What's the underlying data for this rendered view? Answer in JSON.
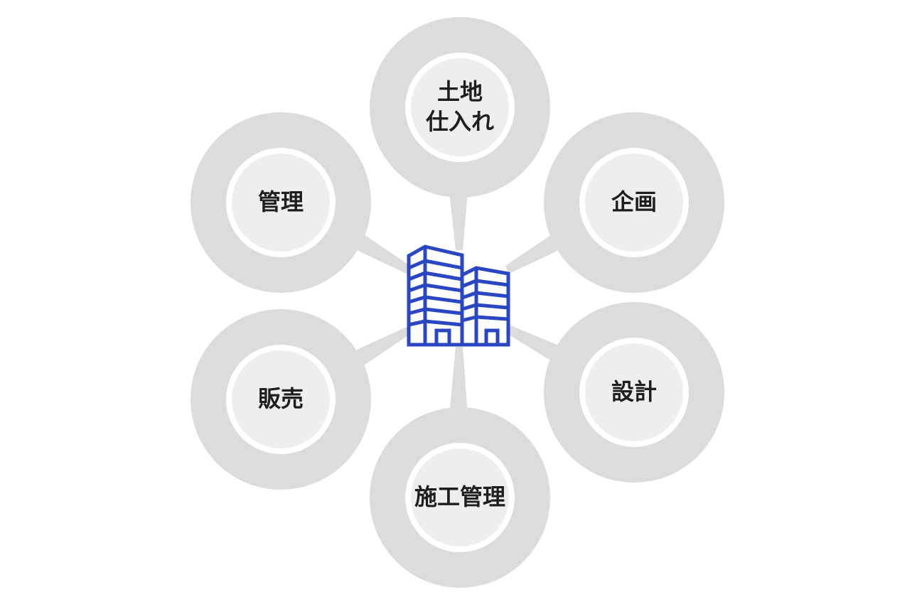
{
  "diagram": {
    "center_icon": "building-icon",
    "icon_color": "#2b46c2",
    "node_color": "#dcdcdc",
    "node_inner_color": "#eeeeee",
    "connector_color": "#dcdcdc",
    "nodes": [
      {
        "label": "土地\n仕入れ"
      },
      {
        "label": "企画"
      },
      {
        "label": "設計"
      },
      {
        "label": "施工管理"
      },
      {
        "label": "販売"
      },
      {
        "label": "管理"
      }
    ]
  }
}
